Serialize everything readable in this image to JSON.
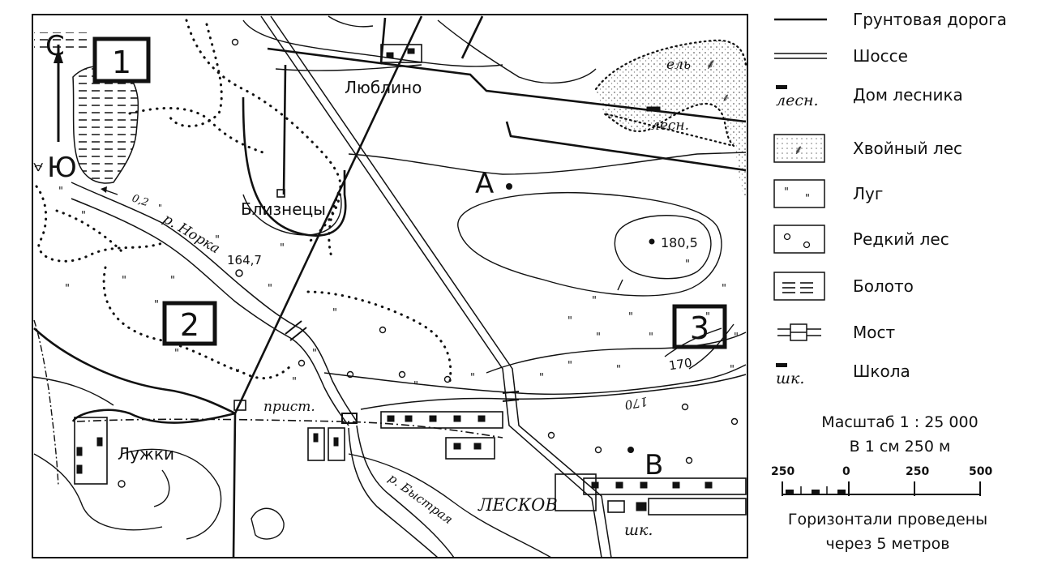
{
  "map": {
    "orientation": {
      "north": "С",
      "south": "Ю"
    },
    "areas": [
      {
        "label": "1"
      },
      {
        "label": "2"
      },
      {
        "label": "3"
      }
    ],
    "points": [
      {
        "label": "A"
      },
      {
        "label": "B"
      }
    ],
    "settlements": {
      "lyublino": "Люблино",
      "bliznetsy": "Близнецы",
      "luzhki": "Лужки",
      "leskov": "ЛЕСКОВ"
    },
    "rivers": {
      "norka": "р. Норка",
      "bystraya": "р. Быстрая",
      "flow_speed": "0,2"
    },
    "elevations": {
      "hill_top": "180,5",
      "riverbank": "164,7",
      "contour_170_a": "170",
      "contour_170_b": "170"
    },
    "annotations": {
      "forester_house": "лесн.",
      "spruce": "ель",
      "pier": "прист.",
      "school": "шк."
    }
  },
  "legend": {
    "items": [
      {
        "id": "dirt-road",
        "label": "Грунтовая дорога"
      },
      {
        "id": "highway",
        "label": "Шоссе"
      },
      {
        "id": "forester-house",
        "label": "Дом лесника",
        "symbol_text": "лесн."
      },
      {
        "id": "conifer-forest",
        "label": "Хвойный лес"
      },
      {
        "id": "meadow",
        "label": "Луг"
      },
      {
        "id": "sparse-forest",
        "label": "Редкий лес"
      },
      {
        "id": "swamp",
        "label": "Болото"
      },
      {
        "id": "bridge",
        "label": "Мост"
      },
      {
        "id": "school",
        "label": "Школа",
        "symbol_text": "шк."
      }
    ],
    "scale": {
      "title": "Масштаб 1 : 25 000",
      "subtitle": "В 1 см 250 м",
      "ticks": [
        "250",
        "0",
        "250",
        "500"
      ]
    },
    "contour_note_line1": "Горизонтали проведены",
    "contour_note_line2": "через 5 метров"
  }
}
